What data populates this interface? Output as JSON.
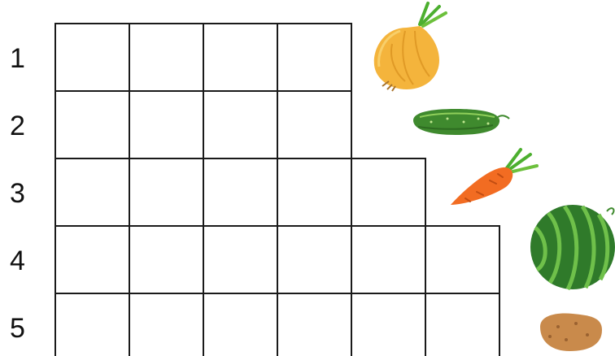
{
  "rows": [
    {
      "label": "1",
      "cells": 4,
      "item": "onion-icon"
    },
    {
      "label": "2",
      "cells": 4,
      "item": "cucumber-icon"
    },
    {
      "label": "3",
      "cells": 5,
      "item": "carrot-icon"
    },
    {
      "label": "4",
      "cells": 6,
      "item": "watermelon-icon"
    },
    {
      "label": "5",
      "cells": 6,
      "item": "potato-icon"
    }
  ],
  "colors": {
    "grid_line": "#1a1a1a",
    "onion": "#f4b43c",
    "cucumber": "#3f8a2e",
    "carrot": "#f26c22",
    "watermelon": "#2f7a2a",
    "potato": "#c98a4b"
  }
}
